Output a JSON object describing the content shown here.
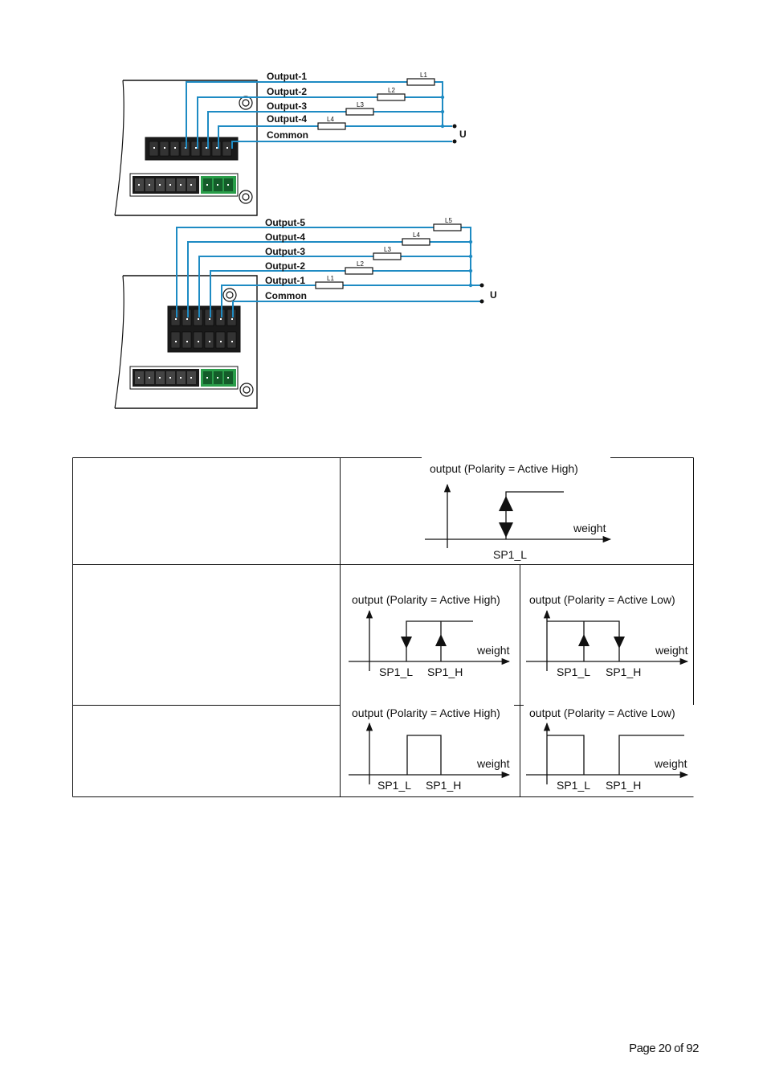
{
  "diagram1": {
    "outputs": [
      "Output-1",
      "Output-2",
      "Output-3",
      "Output-4"
    ],
    "common": "Common",
    "loads": [
      "L1",
      "L2",
      "L3",
      "L4"
    ],
    "supply": "U"
  },
  "diagram2": {
    "outputs": [
      "Output-5",
      "Output-4",
      "Output-3",
      "Output-2",
      "Output-1"
    ],
    "common": "Common",
    "loads": [
      "L5",
      "L4",
      "L3",
      "L2",
      "L1"
    ],
    "supply": "U"
  },
  "table": {
    "row1": {
      "graph": {
        "title": "output (Polarity = Active High)",
        "axis": "weight",
        "setpoints": [
          "SP1_L"
        ]
      }
    },
    "row2": {
      "graph_left": {
        "title": "output (Polarity = Active High)",
        "axis": "weight",
        "setpoints": [
          "SP1_L",
          "SP1_H"
        ]
      },
      "graph_right": {
        "title": "output (Polarity = Active Low)",
        "axis": "weight",
        "setpoints": [
          "SP1_L",
          "SP1_H"
        ]
      }
    },
    "row3": {
      "graph_left": {
        "title": "output (Polarity = Active High)",
        "axis": "weight",
        "setpoints": [
          "SP1_L",
          "SP1_H"
        ]
      },
      "graph_right": {
        "title": "output (Polarity = Active Low)",
        "axis": "weight",
        "setpoints": [
          "SP1_L",
          "SP1_H"
        ]
      }
    }
  },
  "footer": {
    "page": "Page 20 of 92"
  },
  "colors": {
    "wire": "#1e8bc3",
    "line": "#111111",
    "connector_green": "#2a9d4a"
  }
}
